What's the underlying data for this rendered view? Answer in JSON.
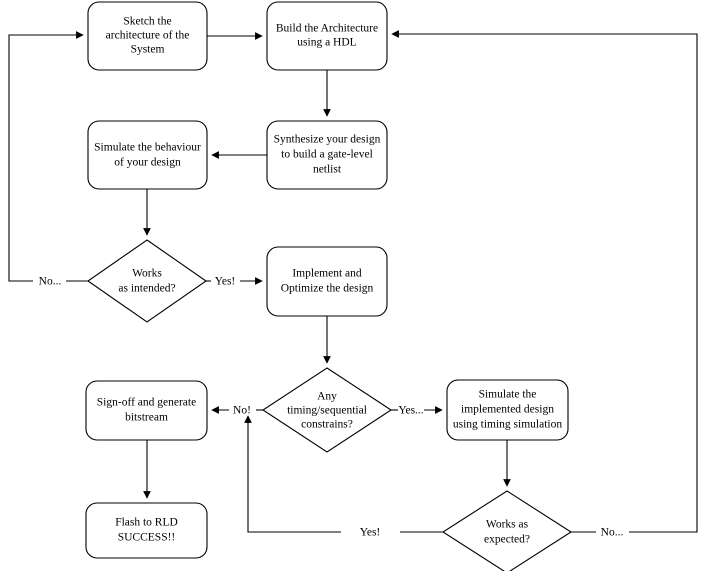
{
  "diagram": {
    "title": "FPGA Design Flow Flowchart",
    "background_color": "#ffffff",
    "stroke_color": "#000000",
    "text_color": "#000000",
    "nodes": [
      {
        "id": "sketch",
        "shape": "rounded-rect",
        "lines": [
          "Sketch the",
          "architecture of the",
          "System"
        ]
      },
      {
        "id": "build-hdl",
        "shape": "rounded-rect",
        "lines": [
          "Build the Architecture",
          "using a HDL"
        ]
      },
      {
        "id": "synthesize",
        "shape": "rounded-rect",
        "lines": [
          "Synthesize your design",
          "to build a gate-level",
          "netlist"
        ]
      },
      {
        "id": "simulate-behaviour",
        "shape": "rounded-rect",
        "lines": [
          "Simulate the behaviour",
          "of your design"
        ]
      },
      {
        "id": "works-as-intended",
        "shape": "diamond",
        "lines": [
          "Works",
          "as intended?"
        ]
      },
      {
        "id": "implement-optimize",
        "shape": "rounded-rect",
        "lines": [
          "Implement and",
          "Optimize the design"
        ]
      },
      {
        "id": "timing-constraints",
        "shape": "diamond",
        "lines": [
          "Any",
          "timing/sequential",
          "constrains?"
        ]
      },
      {
        "id": "simulate-implemented",
        "shape": "rounded-rect",
        "lines": [
          "Simulate the",
          "implemented design",
          "using timing simulation"
        ]
      },
      {
        "id": "sign-off",
        "shape": "rounded-rect",
        "lines": [
          "Sign-off and generate",
          "bitstream"
        ]
      },
      {
        "id": "works-as-expected",
        "shape": "diamond",
        "lines": [
          "Works as",
          "expected?"
        ]
      },
      {
        "id": "flash-rld",
        "shape": "rounded-rect",
        "lines": [
          "Flash to RLD",
          "SUCCESS!!"
        ]
      }
    ],
    "edge_labels": {
      "intended_no": "No...",
      "intended_yes": "Yes!",
      "constraints_no": "No!",
      "constraints_yes": "Yes...",
      "expected_yes": "Yes!",
      "expected_no": "No..."
    }
  }
}
